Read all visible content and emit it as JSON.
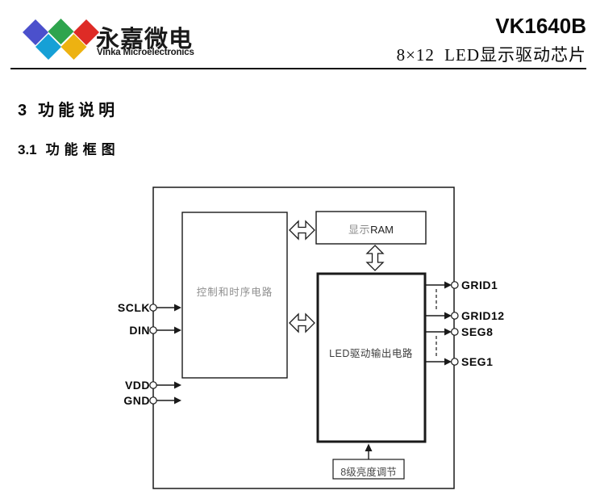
{
  "header": {
    "logo": {
      "company_cn": "永嘉微电",
      "company_en": "Vinka Microelectronics",
      "colors": {
        "blue": "#4b50cc",
        "green": "#2ea44d",
        "red": "#de2b26",
        "cyan": "#16a0d6",
        "yellow": "#edb211"
      }
    },
    "part_number": "VK1640B",
    "subtitle": "8×12 LED显示驱动芯片"
  },
  "sections": {
    "h1_num": "3",
    "h1_text": "功能说明",
    "h2_num": "3.1",
    "h2_text": "功能框图"
  },
  "diagram": {
    "blocks": {
      "control": "控制和时序电路",
      "ram_prefix": "显示",
      "ram_suffix": "RAM",
      "led": "LED驱动输出电路",
      "brightness": "8级亮度调节"
    },
    "pins_left": [
      {
        "label": "SCLK"
      },
      {
        "label": "DIN"
      },
      {
        "label": "VDD"
      },
      {
        "label": "GND"
      }
    ],
    "pins_right": [
      {
        "label": "GRID1"
      },
      {
        "label": "GRID12"
      },
      {
        "label": "SEG8"
      },
      {
        "label": "SEG1"
      }
    ]
  }
}
